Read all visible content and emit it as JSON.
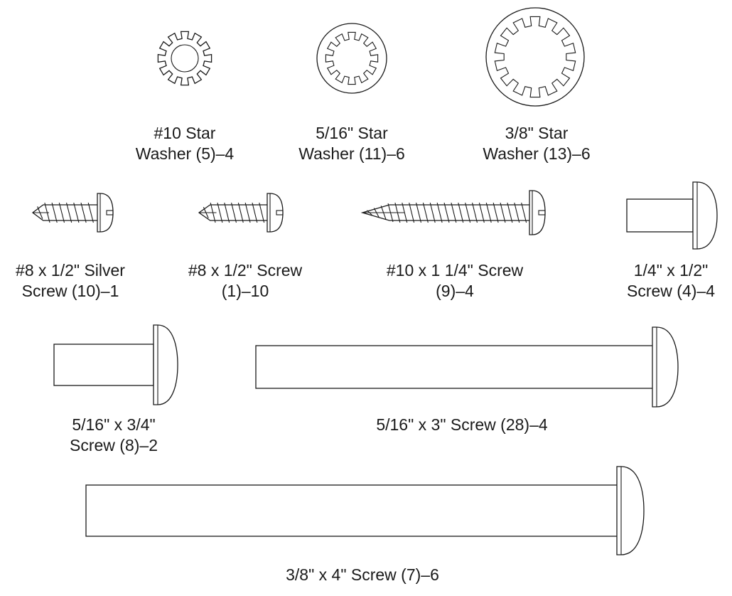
{
  "parts": [
    {
      "id": "washer-10",
      "lines": [
        "#10 Star",
        "Washer (5)–4"
      ]
    },
    {
      "id": "washer-5-16",
      "lines": [
        "5/16\" Star",
        "Washer (11)–6"
      ]
    },
    {
      "id": "washer-3-8",
      "lines": [
        "3/8\" Star",
        "Washer (13)–6"
      ]
    },
    {
      "id": "screw-8-silver",
      "lines": [
        "#8 x 1/2\" Silver",
        "Screw (10)–1"
      ]
    },
    {
      "id": "screw-8",
      "lines": [
        "#8 x 1/2\" Screw",
        "(1)–10"
      ]
    },
    {
      "id": "screw-10",
      "lines": [
        "#10 x 1 1/4\" Screw",
        "(9)–4"
      ]
    },
    {
      "id": "bolt-1-4",
      "lines": [
        "1/4\" x 1/2\"",
        "Screw (4)–4"
      ]
    },
    {
      "id": "bolt-5-16-s",
      "lines": [
        "5/16\" x 3/4\"",
        "Screw (8)–2"
      ]
    },
    {
      "id": "bolt-5-16-l",
      "lines": [
        "5/16\" x 3\" Screw (28)–4"
      ]
    },
    {
      "id": "bolt-3-8",
      "lines": [
        "3/8\" x 4\" Screw (7)–6"
      ]
    }
  ],
  "colors": {
    "line": "#1a1a1a",
    "background": "#ffffff"
  }
}
